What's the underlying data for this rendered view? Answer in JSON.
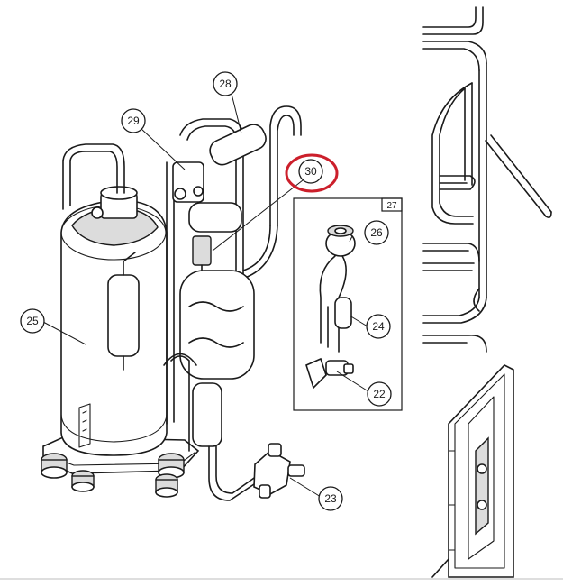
{
  "callouts": [
    {
      "id": "c28",
      "label": "28"
    },
    {
      "id": "c29",
      "label": "29"
    },
    {
      "id": "c30",
      "label": "30"
    },
    {
      "id": "c27",
      "label": "27"
    },
    {
      "id": "c26",
      "label": "26"
    },
    {
      "id": "c24",
      "label": "24"
    },
    {
      "id": "c22",
      "label": "22"
    },
    {
      "id": "c25",
      "label": "25"
    },
    {
      "id": "c23",
      "label": "23"
    }
  ],
  "highlight": {
    "color": "#cc1f2b",
    "target": "30"
  }
}
